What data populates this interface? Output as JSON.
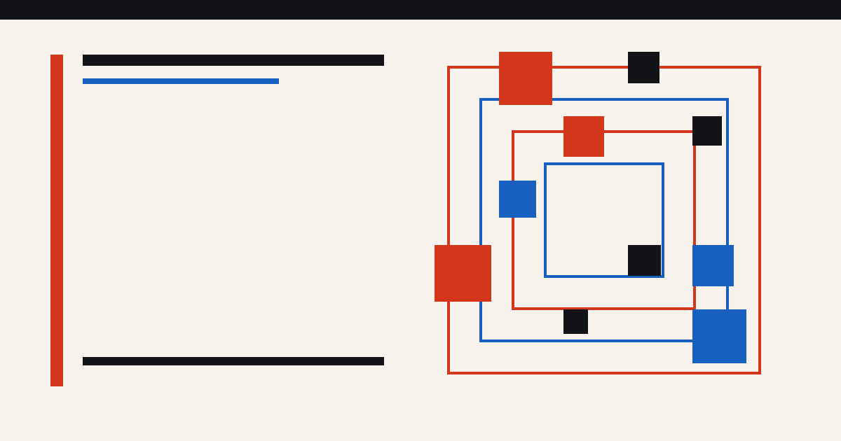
{
  "palette": {
    "background": "#f7f3ec",
    "ink": "#121316",
    "red": "#d4361c",
    "blue": "#1860bf"
  },
  "frames": [
    {
      "color": "red"
    },
    {
      "color": "blue"
    },
    {
      "color": "red"
    },
    {
      "color": "blue"
    }
  ],
  "blocks": [
    {
      "color": "red"
    },
    {
      "color": "black"
    },
    {
      "color": "red"
    },
    {
      "color": "black"
    },
    {
      "color": "blue"
    },
    {
      "color": "red"
    },
    {
      "color": "black"
    },
    {
      "color": "blue"
    },
    {
      "color": "black"
    },
    {
      "color": "blue"
    }
  ]
}
